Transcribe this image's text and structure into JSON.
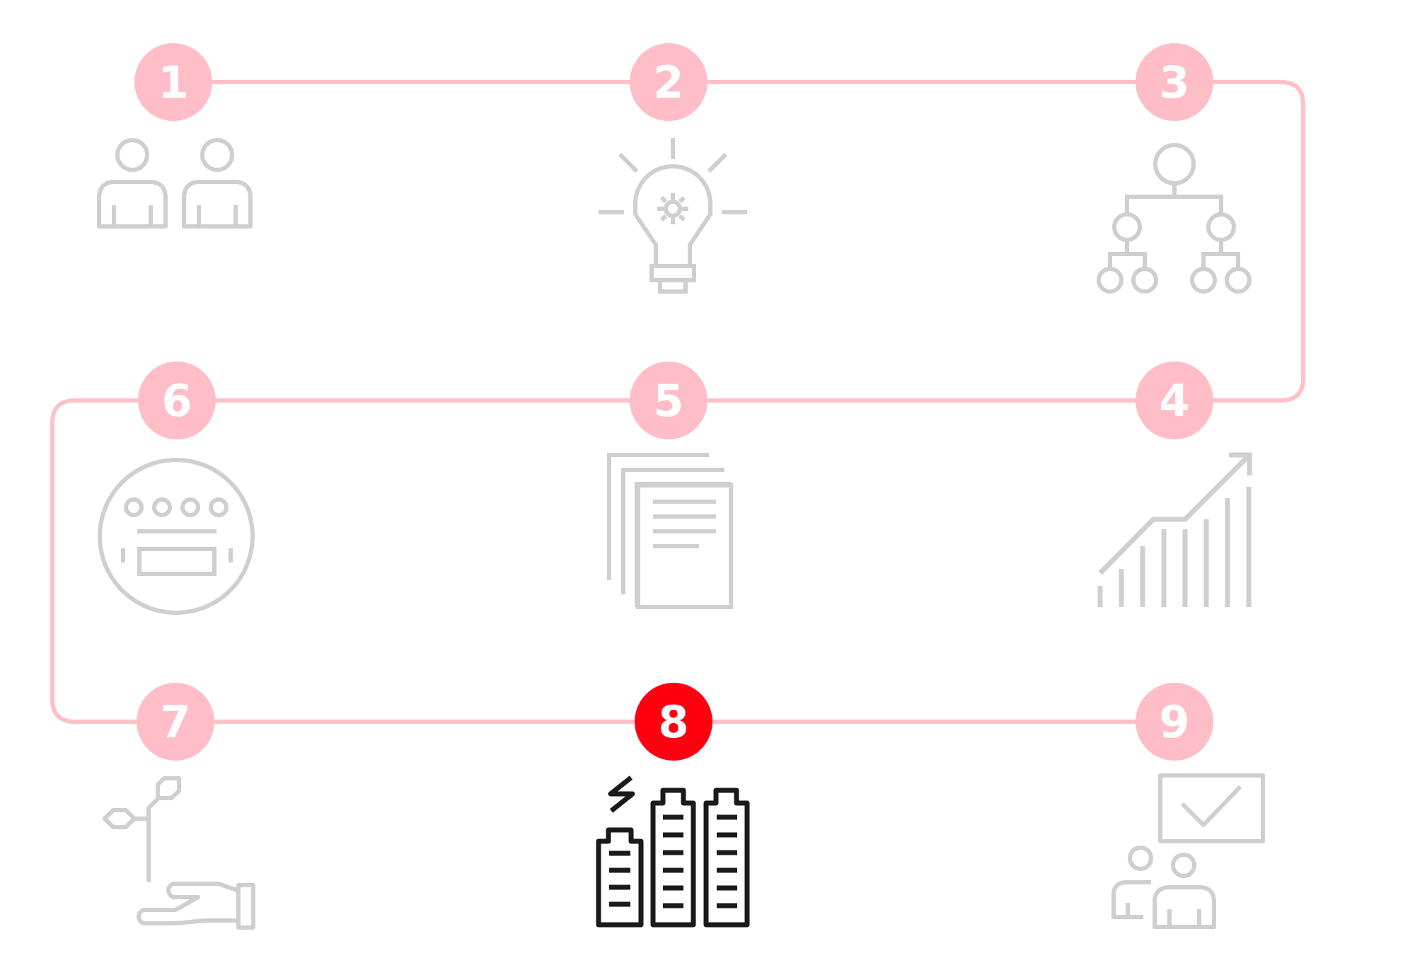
{
  "colors": {
    "path": "#ffc0c8",
    "badge": "#ffbec7",
    "badge_active": "#ff0011",
    "badge_text": "#ffffff",
    "icon_inactive": "#cfcfcf",
    "icon_active": "#1a1a1a"
  },
  "steps": [
    {
      "number": "1",
      "icon": "team-icon",
      "active": false
    },
    {
      "number": "2",
      "icon": "idea-bulb-icon",
      "active": false
    },
    {
      "number": "3",
      "icon": "hierarchy-icon",
      "active": false
    },
    {
      "number": "4",
      "icon": "growth-chart-icon",
      "active": false
    },
    {
      "number": "5",
      "icon": "documents-icon",
      "active": false
    },
    {
      "number": "6",
      "icon": "meter-icon",
      "active": false
    },
    {
      "number": "7",
      "icon": "hand-plant-icon",
      "active": false
    },
    {
      "number": "8",
      "icon": "batteries-icon",
      "active": true
    },
    {
      "number": "9",
      "icon": "presentation-approval-icon",
      "active": false
    }
  ]
}
